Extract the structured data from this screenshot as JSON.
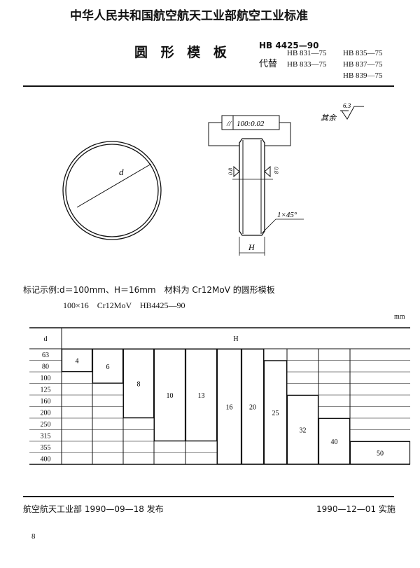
{
  "header": {
    "org_title": "中华人民共和国航空航天工业部航空工业标准",
    "doc_title": "圆 形 模 板",
    "standard_no": "HB 4425—90",
    "replaces_label": "代替",
    "replaces": [
      "HB 831—75",
      "HB 835—75",
      "HB 833—75",
      "HB 837—75",
      "HB 839—75"
    ]
  },
  "drawing": {
    "diameter_label": "d",
    "height_label": "H",
    "parallelism_symbol": "//",
    "parallelism_value": "100:0.02",
    "roughness_side": "0.8",
    "roughness_rest_label": "其余",
    "roughness_rest": "6.3",
    "chamfer": "1×45°"
  },
  "example": {
    "line1": "标记示例:d＝100mm、H＝16mm　材料为 Cr12MoV 的圆形模板",
    "line2": "100×16　Cr12MoV　HB4425—90"
  },
  "table": {
    "unit": "mm",
    "col_d": "d",
    "col_h": "H",
    "d_values": [
      "63",
      "80",
      "100",
      "125",
      "160",
      "200",
      "250",
      "315",
      "355",
      "400"
    ],
    "h_columns": [
      {
        "h": "4",
        "d_from": "63",
        "d_to": "80"
      },
      {
        "h": "6",
        "d_from": "63",
        "d_to": "100"
      },
      {
        "h": "8",
        "d_from": "63",
        "d_to": "200"
      },
      {
        "h": "10",
        "d_from": "63",
        "d_to": "315"
      },
      {
        "h": "13",
        "d_from": "63",
        "d_to": "315"
      },
      {
        "h": "16",
        "d_from": "63",
        "d_to": "400"
      },
      {
        "h": "20",
        "d_from": "63",
        "d_to": "400"
      },
      {
        "h": "25",
        "d_from": "80",
        "d_to": "400"
      },
      {
        "h": "32",
        "d_from": "160",
        "d_to": "400"
      },
      {
        "h": "40",
        "d_from": "250",
        "d_to": "400"
      },
      {
        "h": "50",
        "d_from": "355",
        "d_to": "400"
      }
    ]
  },
  "footer": {
    "issuer": "航空航天工业部 1990—09—18 发布",
    "effective": "1990—12—01 实施",
    "page": "8"
  }
}
